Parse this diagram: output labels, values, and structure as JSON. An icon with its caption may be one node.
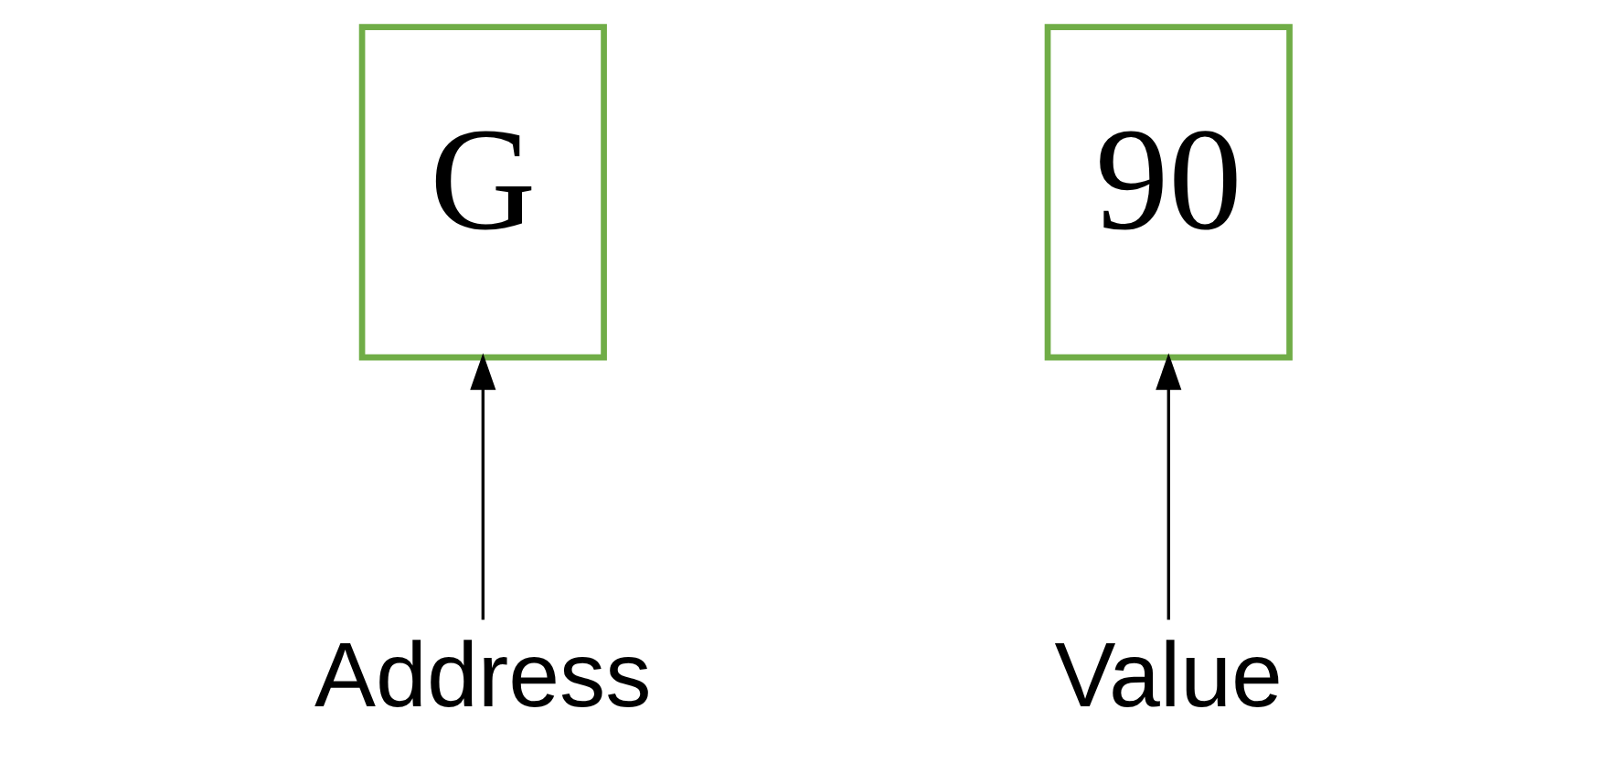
{
  "diagram": {
    "nodes": [
      {
        "text": [
          "G"
        ]
      },
      {
        "text": [
          "90"
        ]
      },
      {
        "text": [
          "Address"
        ]
      },
      {
        "text": [
          "Value"
        ]
      }
    ],
    "edges": [
      {
        "from": 2,
        "to": 0,
        "arrow": "to"
      },
      {
        "from": 3,
        "to": 1,
        "arrow": "to"
      }
    ]
  }
}
